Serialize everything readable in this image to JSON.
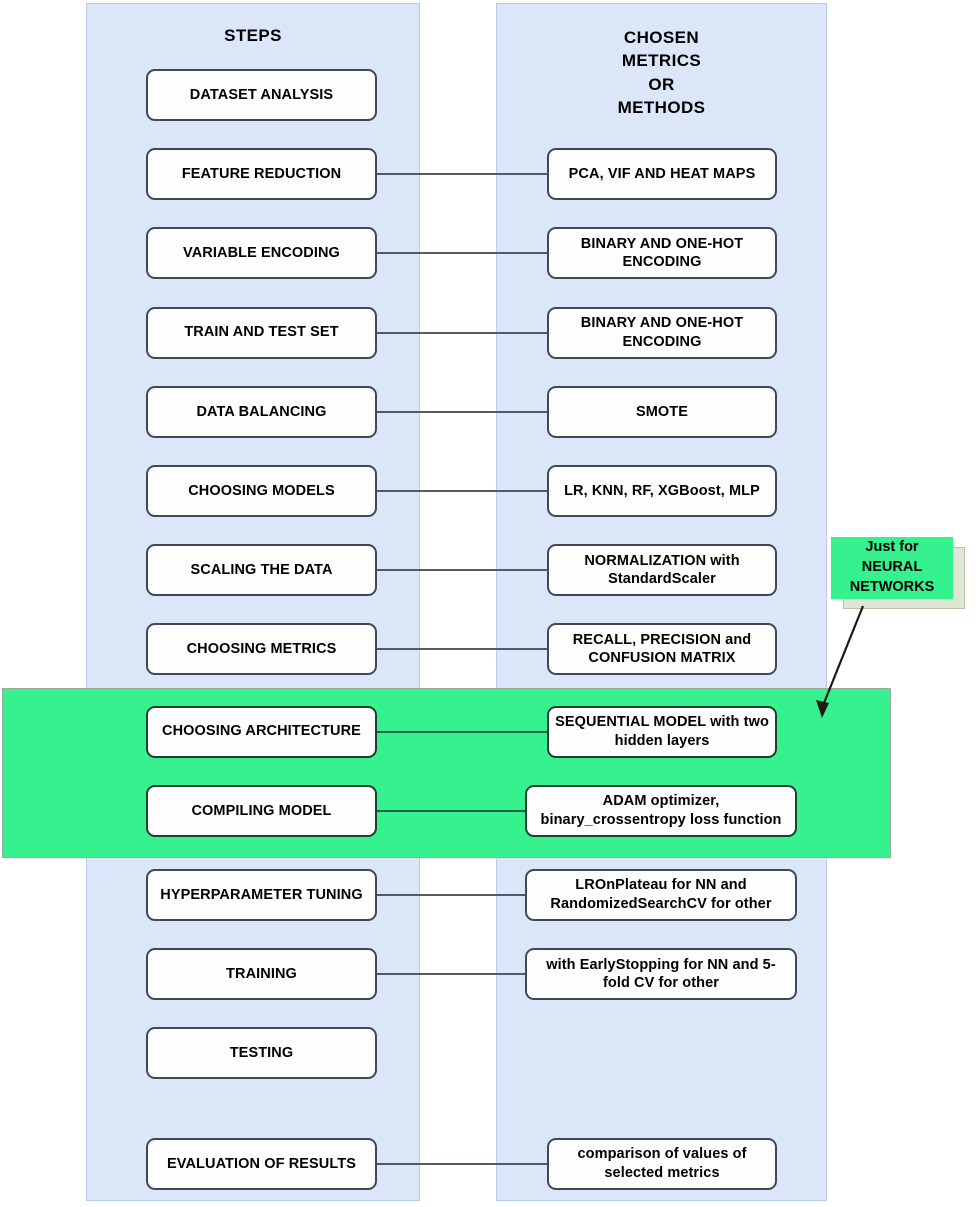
{
  "columns": {
    "steps_title": "STEPS",
    "metrics_title": "CHOSEN\nMETRICS\nOR\nMETHODS"
  },
  "callout": {
    "text": "Just for\nNEURAL\nNETWORKS",
    "color": "#35f28e",
    "arrow": "arrow-down-left"
  },
  "colors": {
    "panel_blue": "#dbe7f9",
    "panel_border": "#b9cbe6",
    "highlight_green": "#35f28e",
    "box_border": "#3d4a55",
    "box_fill": "#fdfdfd",
    "connector": "#4f5b66"
  },
  "rows": [
    {
      "step": "DATASET ANALYSIS",
      "method": "",
      "connected": false,
      "highlighted": false
    },
    {
      "step": "FEATURE REDUCTION",
      "method": "PCA, VIF AND HEAT MAPS",
      "connected": true,
      "highlighted": false
    },
    {
      "step": "VARIABLE ENCODING",
      "method": "BINARY AND ONE-HOT ENCODING",
      "connected": true,
      "highlighted": false
    },
    {
      "step": "TRAIN AND TEST SET",
      "method": "BINARY AND ONE-HOT ENCODING",
      "connected": true,
      "highlighted": false
    },
    {
      "step": "DATA BALANCING",
      "method": "SMOTE",
      "connected": true,
      "highlighted": false
    },
    {
      "step": "CHOOSING MODELS",
      "method": "LR, KNN, RF, XGBoost, MLP",
      "connected": true,
      "highlighted": false
    },
    {
      "step": "SCALING THE DATA",
      "method": "NORMALIZATION with StandardScaler",
      "connected": true,
      "highlighted": false
    },
    {
      "step": "CHOOSING METRICS",
      "method": "RECALL, PRECISION and CONFUSION MATRIX",
      "connected": true,
      "highlighted": false
    },
    {
      "step": "CHOOSING ARCHITECTURE",
      "method": "SEQUENTIAL MODEL with two hidden layers",
      "connected": true,
      "highlighted": true
    },
    {
      "step": "COMPILING MODEL",
      "method": "ADAM optimizer, binary_crossentropy loss function",
      "connected": true,
      "highlighted": true
    },
    {
      "step": "HYPERPARAMETER TUNING",
      "method": "LROnPlateau for NN and RandomizedSearchCV for other",
      "connected": true,
      "highlighted": false
    },
    {
      "step": "TRAINING",
      "method": "with EarlyStopping for NN and 5-fold CV for other",
      "connected": true,
      "highlighted": false
    },
    {
      "step": "TESTING",
      "method": "",
      "connected": false,
      "highlighted": false
    },
    {
      "step": "EVALUATION OF RESULTS",
      "method": "comparison of values of selected metrics",
      "connected": true,
      "highlighted": false
    }
  ]
}
